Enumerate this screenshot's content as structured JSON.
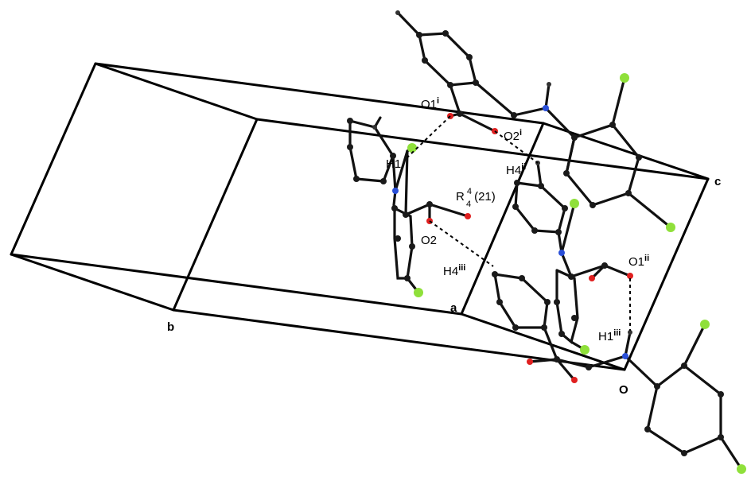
{
  "axes": {
    "a": "a",
    "b": "b",
    "c": "c",
    "origin": "O"
  },
  "labels": {
    "o1i": {
      "main": "O1",
      "sup": "i"
    },
    "o2i": {
      "main": "O2",
      "sup": "i"
    },
    "h1": {
      "main": "H1",
      "sup": ""
    },
    "h4ii": {
      "main": "H4",
      "sup": "ii"
    },
    "ring_motif": {
      "main": "R",
      "sup": "4",
      "sub": "4",
      "rest": "(21)"
    },
    "o2": {
      "main": "O2",
      "sup": ""
    },
    "h4iii": {
      "main": "H4",
      "sup": "iii"
    },
    "o1ii": {
      "main": "O1",
      "sup": "ii"
    },
    "h1iii": {
      "main": "H1",
      "sup": "iii"
    }
  },
  "colors": {
    "carbon": "#1a1a1a",
    "oxygen": "#e02020",
    "nitrogen": "#2a4fd8",
    "chlorine": "#8fe03a",
    "hydrogen": "#333333",
    "line": "#000000"
  }
}
